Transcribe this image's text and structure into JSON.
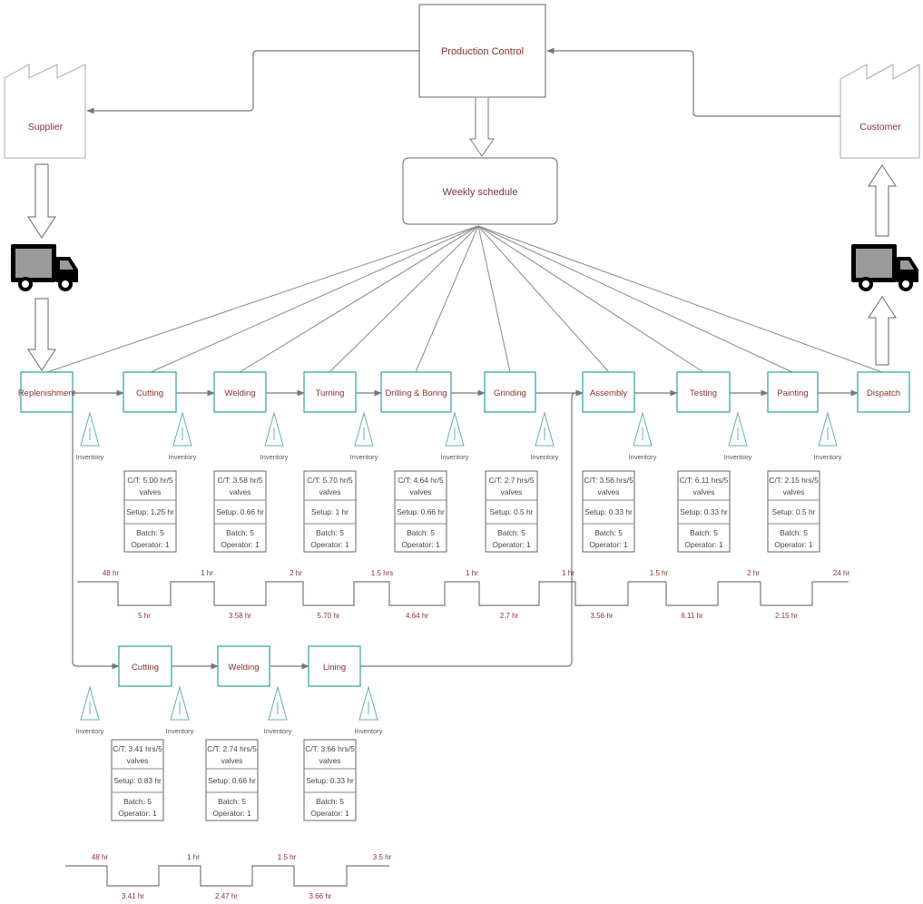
{
  "production_control": "Production Control",
  "supplier": "Supplier",
  "customer": "Customer",
  "weekly_schedule": "Weekly schedule",
  "inventory_label": "Inventory",
  "main_line": [
    {
      "id": "replenishment",
      "label": "Replenishment"
    },
    {
      "id": "cutting",
      "label": "Cutting",
      "ct": [
        "C/T: 5.00 hr/5",
        "valves"
      ],
      "setup": "Setup: 1.25 hr",
      "batch": "Batch: 5",
      "operator": "Operator: 1"
    },
    {
      "id": "welding",
      "label": "Welding",
      "ct": [
        "C/T: 3.58 hr/5",
        "valves"
      ],
      "setup": "Setup: 0.66 hr",
      "batch": "Batch: 5",
      "operator": "Operator: 1"
    },
    {
      "id": "turning",
      "label": "Turning",
      "ct": [
        "C/T: 5.70 hr/5",
        "valves"
      ],
      "setup": "Setup: 1 hr",
      "batch": "Batch: 5",
      "operator": "Operator: 1"
    },
    {
      "id": "drilling-boring",
      "label": "Drilling & Boring",
      "ct": [
        "C/T: 4.64 hr/5",
        "valves"
      ],
      "setup": "Setup: 0.66 hr",
      "batch": "Batch: 5",
      "operator": "Operator: 1"
    },
    {
      "id": "grinding",
      "label": "Grinding",
      "ct": [
        "C/T: 2.7 hrs/5",
        "valves"
      ],
      "setup": "Setup: 0.5 hr",
      "batch": "Batch: 5",
      "operator": "Operator: 1"
    },
    {
      "id": "assembly",
      "label": "Assembly",
      "ct": [
        "C/T: 3.56  hrs/5",
        "valves"
      ],
      "setup": "Setup: 0.33 hr",
      "batch": "Batch: 5",
      "operator": "Operator: 1"
    },
    {
      "id": "testing",
      "label": "Testing",
      "ct": [
        "C/T: 6.11 hrs/5",
        "valves"
      ],
      "setup": "Setup: 0.33 hr",
      "batch": "Batch: 5",
      "operator": "Operator: 1"
    },
    {
      "id": "painting",
      "label": "Painting",
      "ct": [
        "C/T: 2.15 hrs/5",
        "valves"
      ],
      "setup": "Setup: 0.5 hr",
      "batch": "Batch: 5",
      "operator": "Operator: 1"
    },
    {
      "id": "dispatch",
      "label": "Dispatch"
    }
  ],
  "sub_line": [
    {
      "id": "cutting",
      "label": "Cutting",
      "ct": [
        "C/T: 3.41 hrs/5",
        "valves"
      ],
      "setup": "Setup: 0.83 hr",
      "batch": "Batch: 5",
      "operator": "Operator: 1"
    },
    {
      "id": "welding",
      "label": "Welding",
      "ct": [
        "C/T: 2.74  hrs/5",
        "valves"
      ],
      "setup": "Setup: 0.66 hr",
      "batch": "Batch: 5",
      "operator": "Operator: 1"
    },
    {
      "id": "lining",
      "label": "Lining",
      "ct": [
        "C/T: 3.66 hrs/5",
        "valves"
      ],
      "setup": "Setup: 0.33 hr",
      "batch": "Batch: 5",
      "operator": "Operator: 1"
    }
  ],
  "main_timeline": {
    "wait_times": [
      "48 hr",
      "1 hr",
      "2 hr",
      "1.5 hrs",
      "1 hr",
      "1 hr",
      "1.5 hr",
      "2 hr",
      "24 hr"
    ],
    "process_times": [
      "5 hr",
      "3.58  hr",
      "5.70 hr",
      "4.64 hr",
      "2.7 hr",
      "3.56 hr",
      "6.11 hr",
      "2.15 hr"
    ]
  },
  "sub_timeline": {
    "wait_times": [
      "48 hr",
      "1 hr",
      "1.5 hr",
      "3.5  hr"
    ],
    "process_times": [
      "3.41 hr",
      "2.47 hr",
      "3.66 hr"
    ]
  },
  "colors": {
    "label": "#8b2f2f",
    "process_border": "#3fa7a5",
    "inventory": "#5fb3a8"
  }
}
